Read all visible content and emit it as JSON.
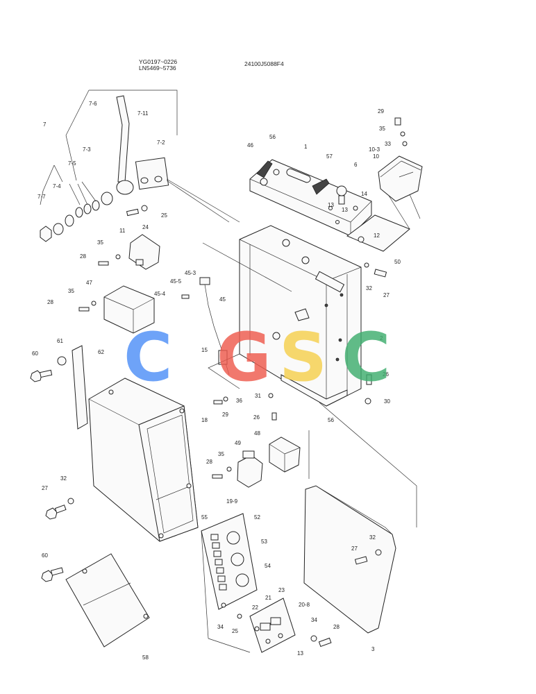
{
  "header": {
    "serial_range_1": "YG0197~0226",
    "serial_range_2": "LN5469~5736",
    "drawing_number": "24100J5088F4"
  },
  "watermark": {
    "letters": [
      "C",
      "G",
      "S",
      "C"
    ],
    "colors": [
      "#4f8ff7",
      "#ef5b4e",
      "#f6d04d",
      "#3fae6e"
    ]
  },
  "labels": [
    "1",
    "2",
    "3",
    "6",
    "7",
    "7-2",
    "7-3",
    "7-4",
    "7-5",
    "7-6",
    "7-7",
    "7-11",
    "10",
    "10-3",
    "11",
    "12",
    "13",
    "13",
    "13",
    "14",
    "15",
    "18",
    "19-9",
    "20-8",
    "21",
    "22",
    "23",
    "24",
    "25",
    "25",
    "26",
    "26",
    "27",
    "27",
    "27",
    "28",
    "28",
    "28",
    "28",
    "29",
    "29",
    "30",
    "31",
    "32",
    "32",
    "32",
    "33",
    "34",
    "34",
    "35",
    "35",
    "35",
    "35",
    "36",
    "45",
    "45-3",
    "45-4",
    "45-5",
    "46",
    "47",
    "48",
    "49",
    "50",
    "52",
    "53",
    "54",
    "55",
    "56",
    "56",
    "57",
    "58",
    "60",
    "60",
    "61",
    "62"
  ]
}
